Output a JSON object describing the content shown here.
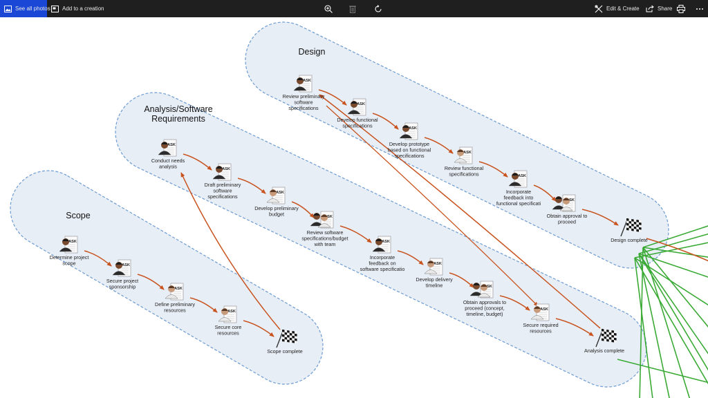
{
  "toolbar": {
    "see_all_photos": "See all photos",
    "add_to_creation": "Add to a creation",
    "edit_create": "Edit & Create",
    "share": "Share",
    "icons": [
      "photos-icon",
      "add-to-creation-icon",
      "zoom-icon",
      "delete-icon",
      "rotate-icon",
      "edit-create-icon",
      "share-icon",
      "print-icon",
      "more-icon"
    ]
  },
  "diagram": {
    "lanes": {
      "scope": [
        "Scope"
      ],
      "analysis": [
        "Analysis/Software",
        "Requirements"
      ],
      "design": [
        "Design"
      ]
    },
    "tasks": {
      "scope": [
        [
          "Determine project",
          "scope"
        ],
        [
          "Secure project",
          "sponsorship"
        ],
        [
          "Define preliminary",
          "resources"
        ],
        [
          "Secure core",
          "resources"
        ],
        [
          "Scope complete"
        ]
      ],
      "analysis": [
        [
          "Conduct needs",
          "analysis"
        ],
        [
          "Draft preliminary",
          "software",
          "specifications"
        ],
        [
          "Develop preliminary",
          "budget"
        ],
        [
          "Review software",
          "specifications/budget",
          "with team"
        ],
        [
          "Incorporate",
          "feedback on",
          "software specificatio"
        ],
        [
          "Develop delivery",
          "timeline"
        ],
        [
          "Obtain approvals to",
          "proceed (concept,",
          "timeline, budget)"
        ],
        [
          "Secure required",
          "resources"
        ],
        [
          "Analysis complete"
        ]
      ],
      "design": [
        [
          "Review preliminary",
          "software",
          "specifications"
        ],
        [
          "Develop functional",
          "specifications"
        ],
        [
          "Develop prototype",
          "based on functional",
          "specifications"
        ],
        [
          "Review functional",
          "specifications"
        ],
        [
          "Incorporate",
          "feedback into",
          "functional specificati"
        ],
        [
          "Obtain approval to",
          "proceed"
        ],
        [
          "Design complete"
        ]
      ]
    },
    "task_badge": "ASK",
    "colors": {
      "lane_fill": "#e8eef6",
      "lane_border": "#6d9bd1",
      "arrow": "#c8531f",
      "green_link": "#3aaa35",
      "toolbar_bg": "#1f1f1f",
      "accent": "#1a47d6"
    }
  }
}
